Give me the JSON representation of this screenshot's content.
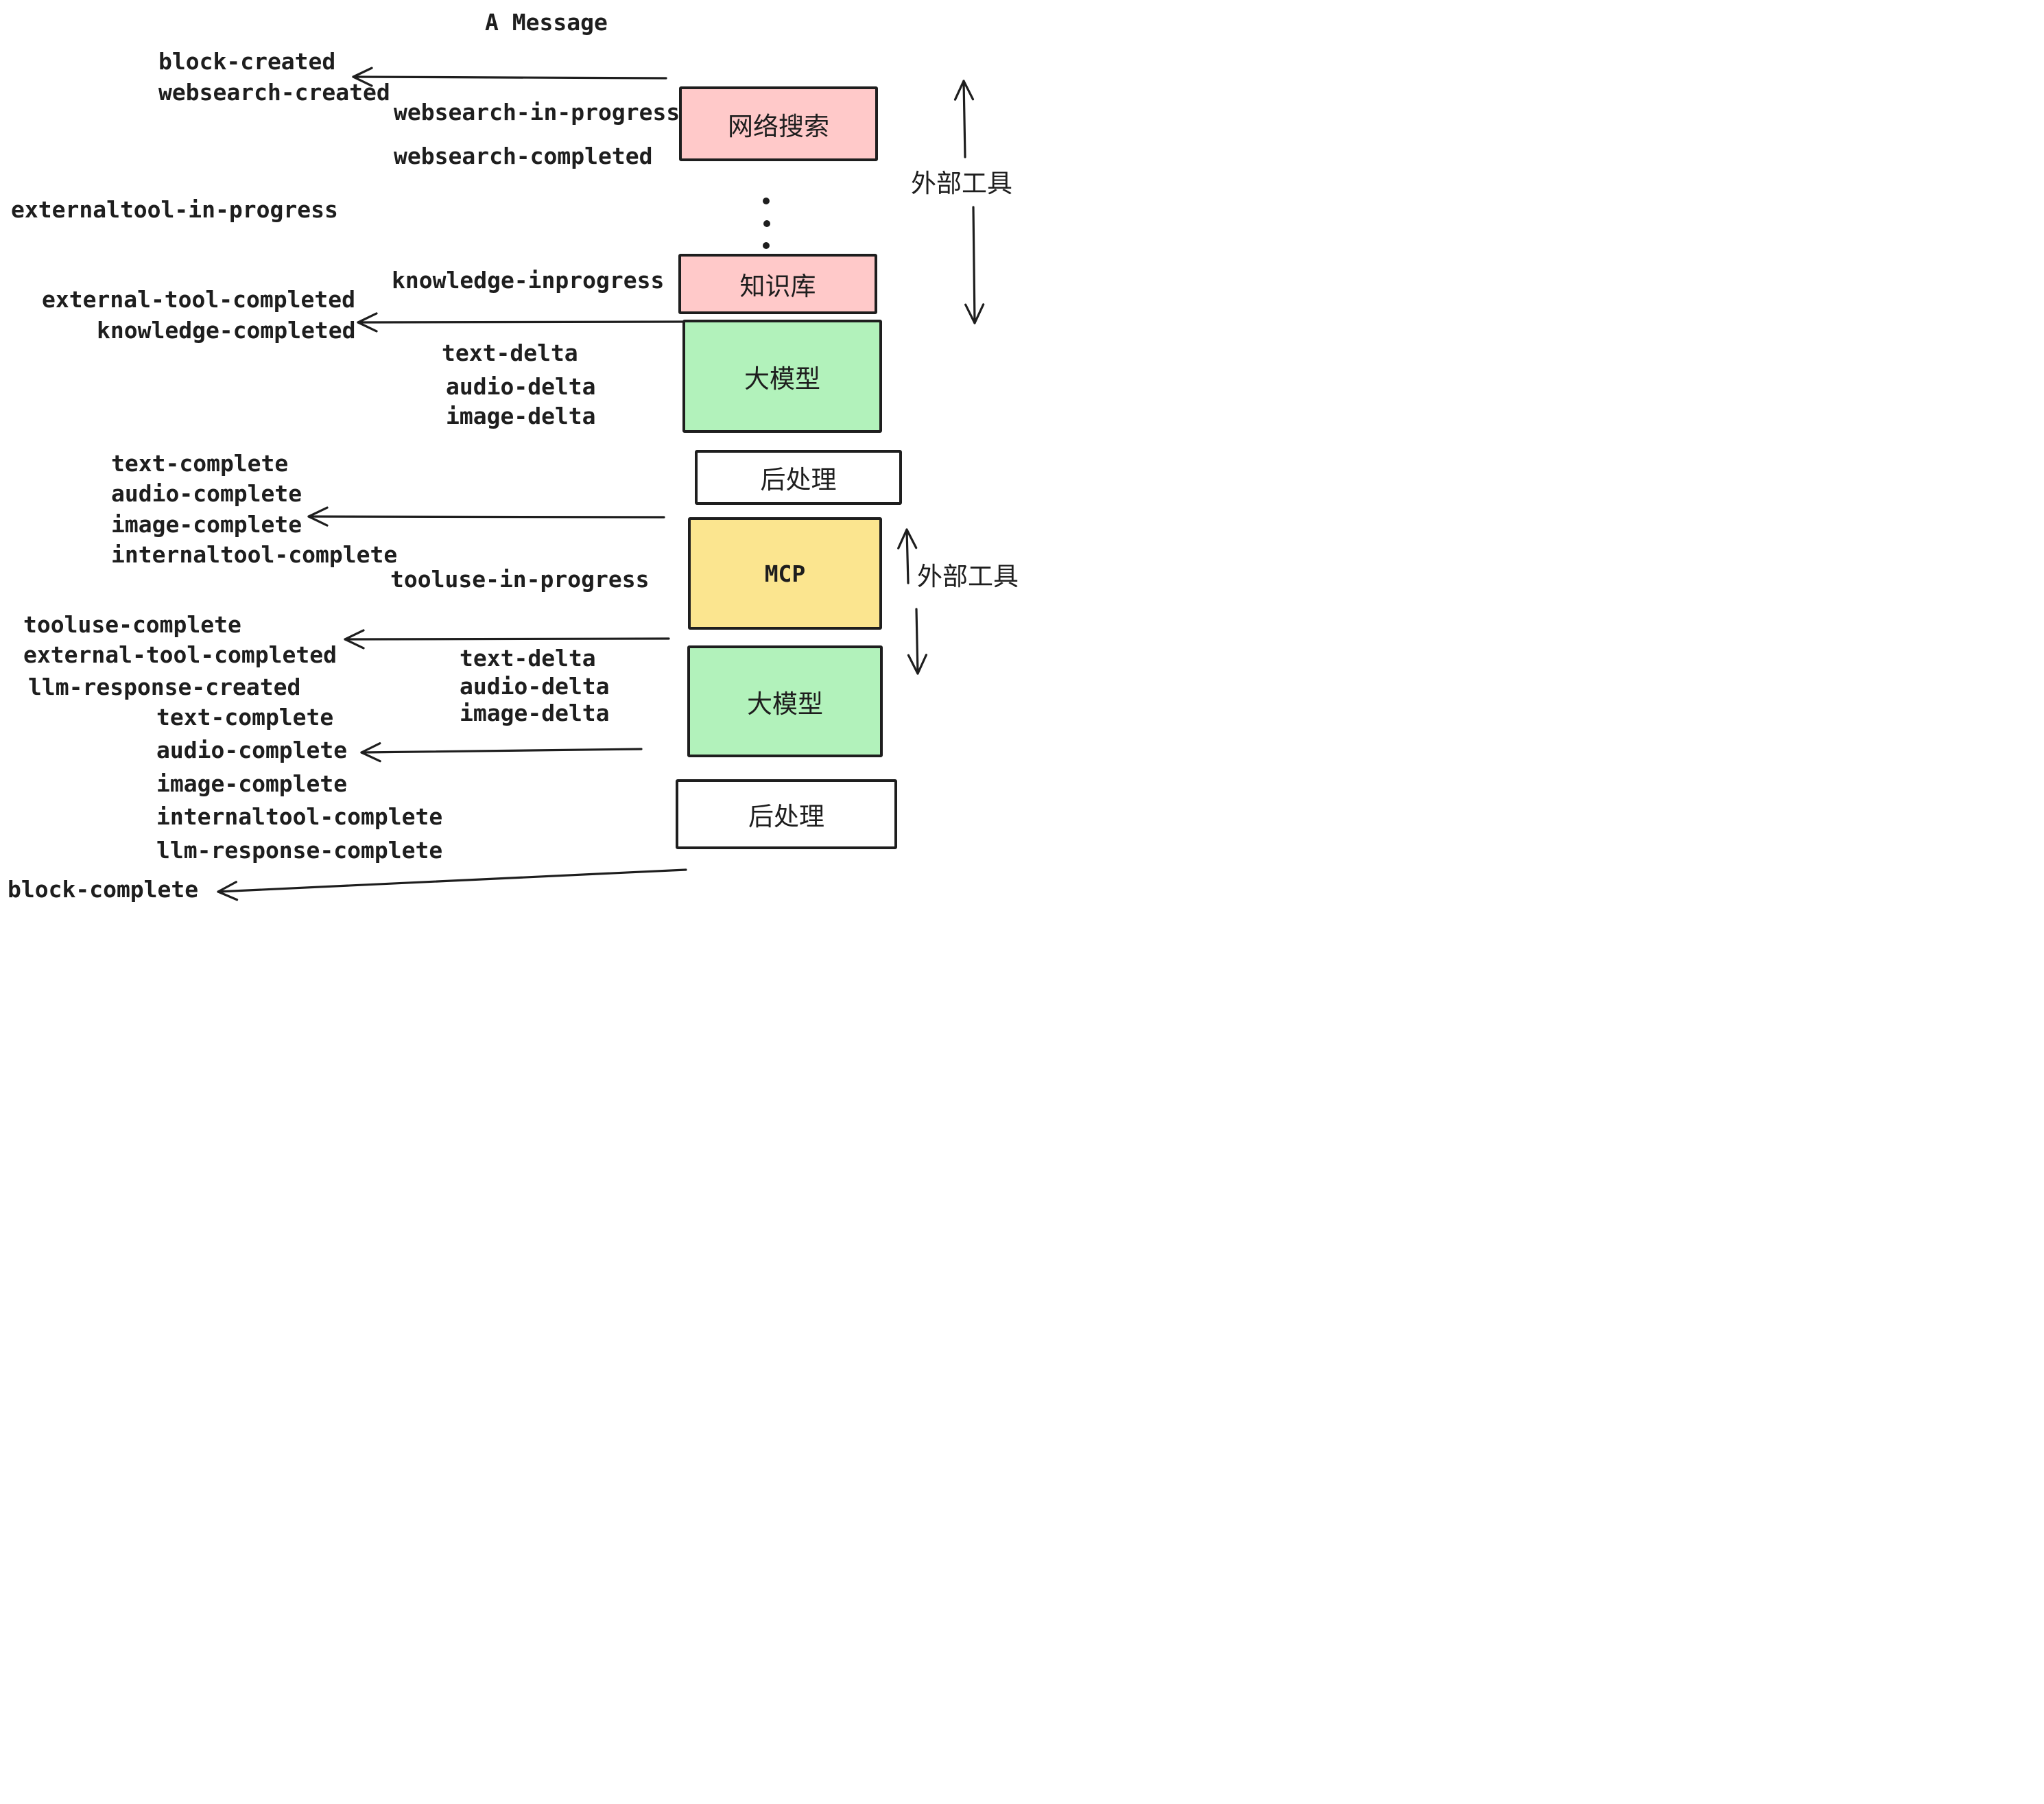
{
  "title": "A Message",
  "colors": {
    "stroke": "#1e1e1e",
    "pink": "#ffc9c9",
    "green": "#b2f2bb",
    "yellow": "#fbe58f",
    "white": "#ffffff"
  },
  "nodes": [
    {
      "id": "websearch",
      "label": "网络搜索",
      "fill": "#ffc9c9"
    },
    {
      "id": "knowledge",
      "label": "知识库",
      "fill": "#ffc9c9"
    },
    {
      "id": "llm-1",
      "label": "大模型",
      "fill": "#b2f2bb"
    },
    {
      "id": "postprocess-1",
      "label": "后处理",
      "fill": "#ffffff"
    },
    {
      "id": "mcp",
      "label": "MCP",
      "fill": "#fbe58f"
    },
    {
      "id": "llm-2",
      "label": "大模型",
      "fill": "#b2f2bb"
    },
    {
      "id": "postprocess-2",
      "label": "后处理",
      "fill": "#ffffff"
    }
  ],
  "side_labels": [
    {
      "text": "外部工具"
    },
    {
      "text": "外部工具"
    }
  ],
  "events": [
    {
      "id": "block-created-1",
      "text": "block-created"
    },
    {
      "id": "websearch-created",
      "text": "websearch-created"
    },
    {
      "id": "websearch-in-progress",
      "text": "websearch-in-progress"
    },
    {
      "id": "websearch-completed",
      "text": "websearch-completed"
    },
    {
      "id": "externaltool-in-progress",
      "text": "externaltool-in-progress"
    },
    {
      "id": "knowledge-inprogress",
      "text": "knowledge-inprogress"
    },
    {
      "id": "external-tool-completed-1",
      "text": "external-tool-completed"
    },
    {
      "id": "knowledge-completed",
      "text": "knowledge-completed"
    },
    {
      "id": "text-delta-1",
      "text": "text-delta"
    },
    {
      "id": "audio-delta-1",
      "text": "audio-delta"
    },
    {
      "id": "image-delta-1",
      "text": "image-delta"
    },
    {
      "id": "text-complete-1",
      "text": "text-complete"
    },
    {
      "id": "audio-complete-1",
      "text": "audio-complete"
    },
    {
      "id": "image-complete-1",
      "text": "image-complete"
    },
    {
      "id": "internaltool-complete-1",
      "text": "internaltool-complete"
    },
    {
      "id": "tooluse-in-progress",
      "text": "tooluse-in-progress"
    },
    {
      "id": "tooluse-complete",
      "text": "tooluse-complete"
    },
    {
      "id": "external-tool-completed-2",
      "text": "external-tool-completed"
    },
    {
      "id": "llm-response-created",
      "text": "llm-response-created"
    },
    {
      "id": "text-delta-2",
      "text": "text-delta"
    },
    {
      "id": "audio-delta-2",
      "text": "audio-delta"
    },
    {
      "id": "image-delta-2",
      "text": "image-delta"
    },
    {
      "id": "text-complete-2",
      "text": "text-complete"
    },
    {
      "id": "audio-complete-2",
      "text": "audio-complete"
    },
    {
      "id": "image-complete-2",
      "text": "image-complete"
    },
    {
      "id": "internaltool-complete-2",
      "text": "internaltool-complete"
    },
    {
      "id": "llm-response-complete",
      "text": "llm-response-complete"
    },
    {
      "id": "block-complete",
      "text": "block-complete"
    }
  ]
}
